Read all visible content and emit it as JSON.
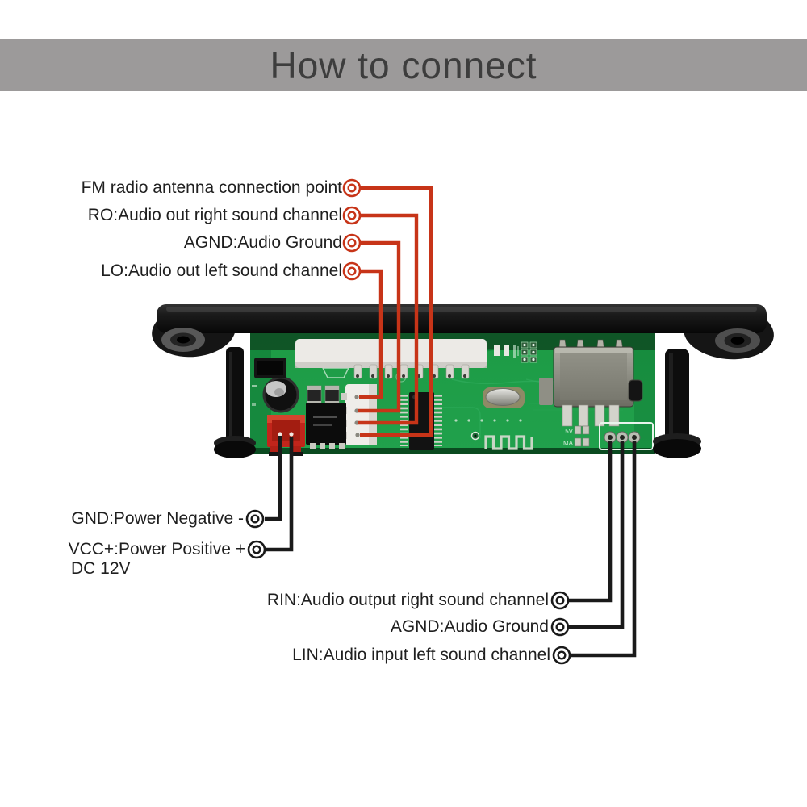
{
  "title": "How to connect",
  "callouts": {
    "top": [
      {
        "label": "FM radio antenna connection point"
      },
      {
        "label": "RO:Audio out right sound channel"
      },
      {
        "label": "AGND:Audio Ground"
      },
      {
        "label": "LO:Audio out left sound channel"
      }
    ],
    "bottom_left": [
      {
        "label": "GND:Power Negative -"
      },
      {
        "label": "VCC+:Power Positive +"
      },
      {
        "label": "DC 12V"
      }
    ],
    "bottom_right": [
      {
        "label": "RIN:Audio output right sound channel"
      },
      {
        "label": "AGND:Audio Ground"
      },
      {
        "label": "LIN:Audio input left sound channel"
      }
    ]
  },
  "board": {
    "silkscreen_labels": [
      "5V",
      "MA"
    ]
  },
  "colors": {
    "title_bg": "#9c9a9a",
    "title_text": "#3d3d3d",
    "red_leader": "#c73418",
    "black_leader": "#1a1a1a",
    "pcb_green": "#1e9c47",
    "power_connector_red": "#c1251b"
  }
}
